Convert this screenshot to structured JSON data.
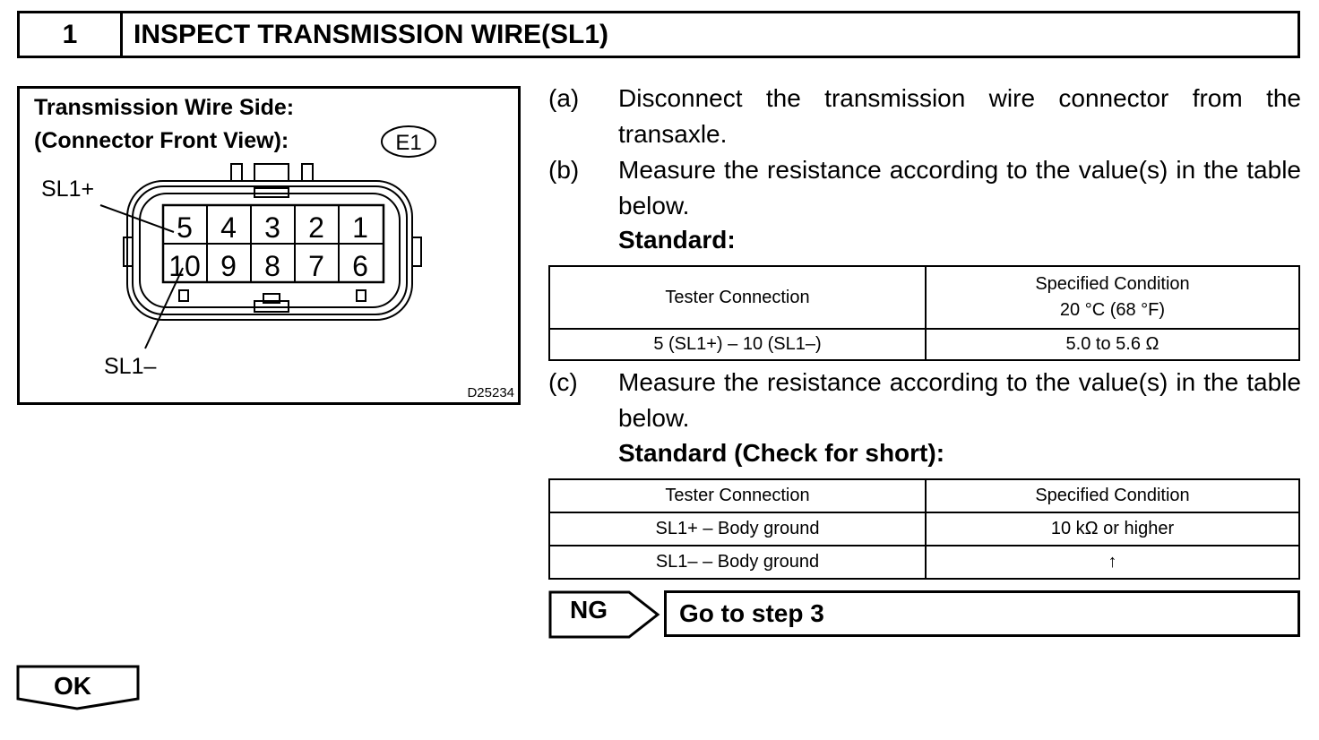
{
  "step": {
    "number": "1",
    "title": "INSPECT TRANSMISSION WIRE(SL1)"
  },
  "diagram": {
    "title_line1": "Transmission Wire Side:",
    "title_line2": "(Connector Front View):",
    "connector_id": "E1",
    "pins_top": [
      "5",
      "4",
      "3",
      "2",
      "1"
    ],
    "pins_bottom": [
      "10",
      "9",
      "8",
      "7",
      "6"
    ],
    "label_plus": "SL1+",
    "label_minus": "SL1–",
    "figure_code": "D25234"
  },
  "steps": [
    {
      "letter": "(a)",
      "text": "Disconnect the transmission wire connector from the transaxle."
    },
    {
      "letter": "(b)",
      "text": "Measure the resistance according to the value(s) in the table below."
    },
    {
      "letter": "(c)",
      "text": "Measure the resistance according to the value(s) in the table below."
    }
  ],
  "standard_b": "Standard:",
  "table1": {
    "header_col1": "Tester Connection",
    "header_col2_line1": "Specified Condition",
    "header_col2_line2": "20 °C (68 °F)",
    "rows": [
      {
        "connection": "5 (SL1+) – 10 (SL1–)",
        "condition": "5.0 to 5.6 Ω"
      }
    ]
  },
  "standard_c": "Standard (Check for short):",
  "table2": {
    "header_col1": "Tester Connection",
    "header_col2": "Specified Condition",
    "rows": [
      {
        "connection": "SL1+ – Body ground",
        "condition": "10 kΩ or higher"
      },
      {
        "connection": "SL1– – Body ground",
        "condition": "↑"
      }
    ]
  },
  "ng": {
    "label": "NG",
    "action": "Go to step 3"
  },
  "ok": {
    "label": "OK"
  }
}
